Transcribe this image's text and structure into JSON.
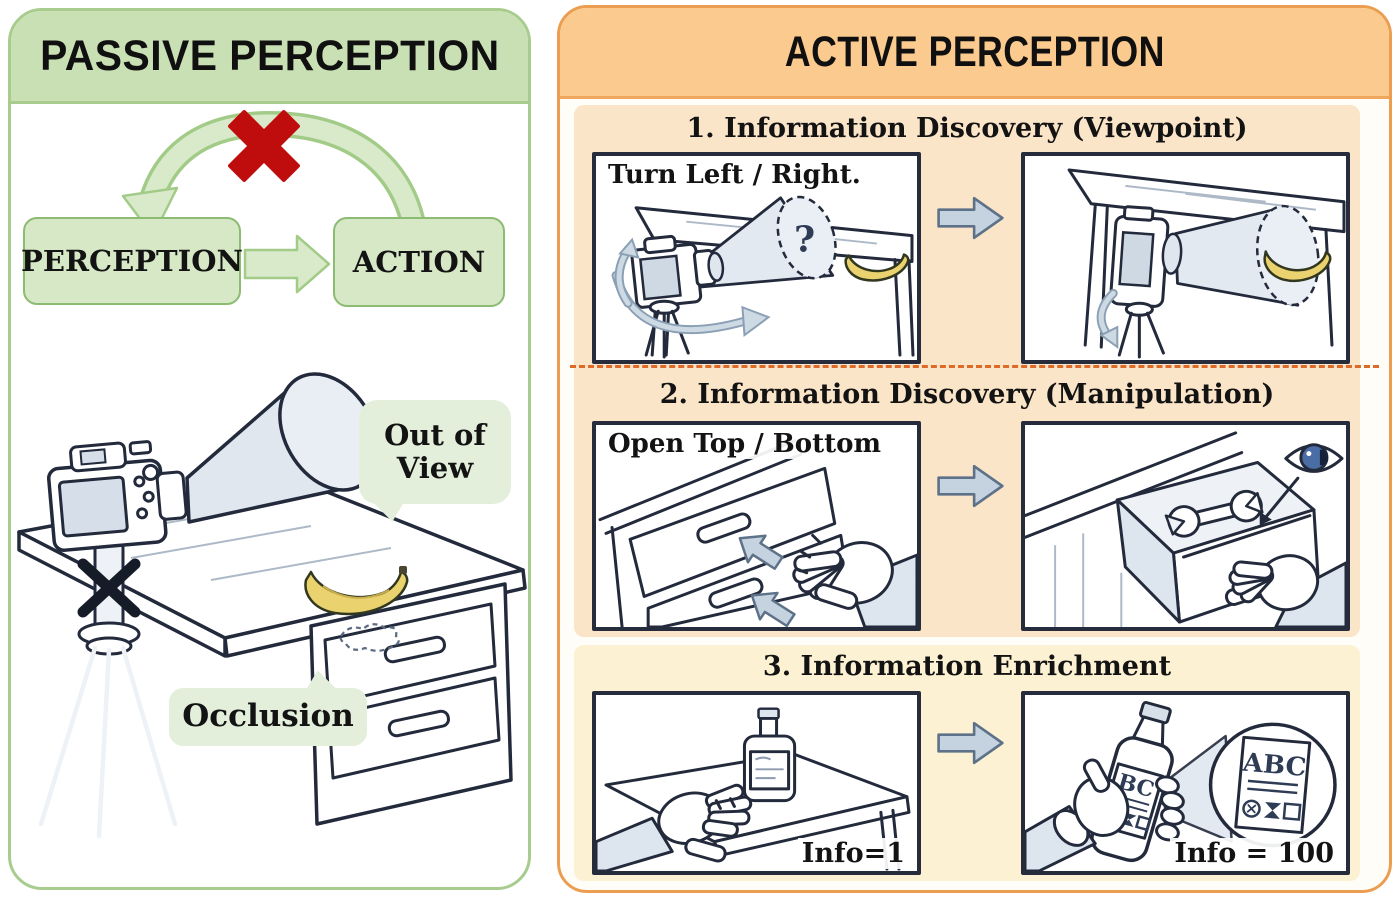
{
  "left_panel": {
    "title": "PASSIVE PERCEPTION",
    "cycle": {
      "perception_label": "PERCEPTION",
      "action_label": "ACTION"
    },
    "callouts": {
      "out_of_view_line1": "Out of",
      "out_of_view_line2": "View",
      "occlusion": "Occlusion"
    }
  },
  "right_panel": {
    "title": "ACTIVE PERCEPTION",
    "sections": [
      {
        "title": "1. Information Discovery (Viewpoint)",
        "action_label": "Turn Left / Right.",
        "question_mark": "?"
      },
      {
        "title": "2. Information Discovery (Manipulation)",
        "action_label": "Open Top / Bottom"
      },
      {
        "title": "3. Information Enrichment",
        "left_caption": "Info=1",
        "right_caption": "Info = 100",
        "bottle_label": "BC",
        "magnified_label": "ABC"
      }
    ]
  },
  "colors": {
    "passive_header_green": "#c9e0b4",
    "passive_border_green": "#a8cc8e",
    "cycle_box_fill": "#d6e8c6",
    "cycle_box_border": "#8cbb72",
    "red_x": "#bf0d0d",
    "active_header_orange": "#fbca8e",
    "active_border_orange": "#eb9e51",
    "section_box_peach": "#fbe5c8",
    "section_box_cream": "#fdf1d3",
    "divider_dash_orange": "#dd6a28",
    "sketch_ink": "#232a3c",
    "step_arrow_fill": "#c9d6e2",
    "step_arrow_border": "#7e93a8",
    "banana_yellow": "#ead26e",
    "callout_bubble_green": "#e4efdb",
    "view_cone_fill": "#e0e7ef"
  }
}
